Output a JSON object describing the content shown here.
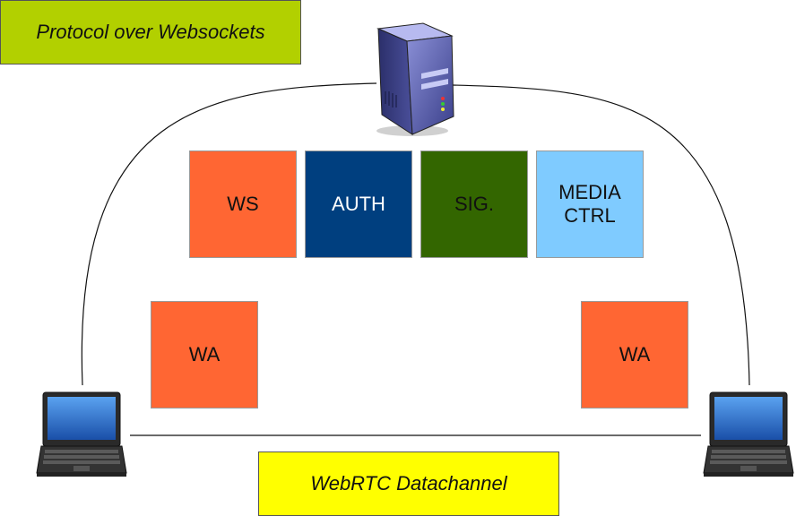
{
  "top_label": "Protocol over Websockets",
  "bottom_label": "WebRTC Datachannel",
  "services": {
    "ws": "WS",
    "auth": "AUTH",
    "sig": "SIG.",
    "media": "MEDIA\nCTRL"
  },
  "clients": {
    "left": "WA",
    "right": "WA"
  },
  "colors": {
    "orange": "#ff6633",
    "navy": "#003f7f",
    "green": "#336600",
    "light_blue": "#7fcbff",
    "lime": "#b2d000",
    "yellow": "#ffff00"
  }
}
